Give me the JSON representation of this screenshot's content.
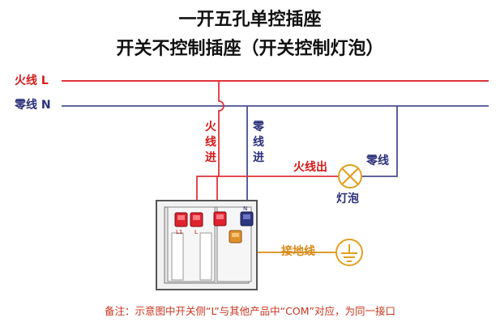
{
  "title": {
    "line1": "一开五孔单控插座",
    "line2": "开关不控制插座（开关控制灯泡）"
  },
  "wires": {
    "live_label": "火线 L",
    "neutral_label": "零线 N",
    "live_color": "#e0333d",
    "neutral_color": "#3b3f8a",
    "ground_color": "#e09a2e"
  },
  "labels": {
    "live_in": "火线进",
    "neutral_in": "零线进",
    "live_out": "火线出",
    "lamp_neutral": "零线",
    "lamp": "灯泡",
    "ground": "接地线"
  },
  "terminals": {
    "l1": "L1",
    "l": "L",
    "n": "N"
  },
  "note": "备注：示意图中开关侧“L”与其他产品中“COM”对应，为同一接口"
}
